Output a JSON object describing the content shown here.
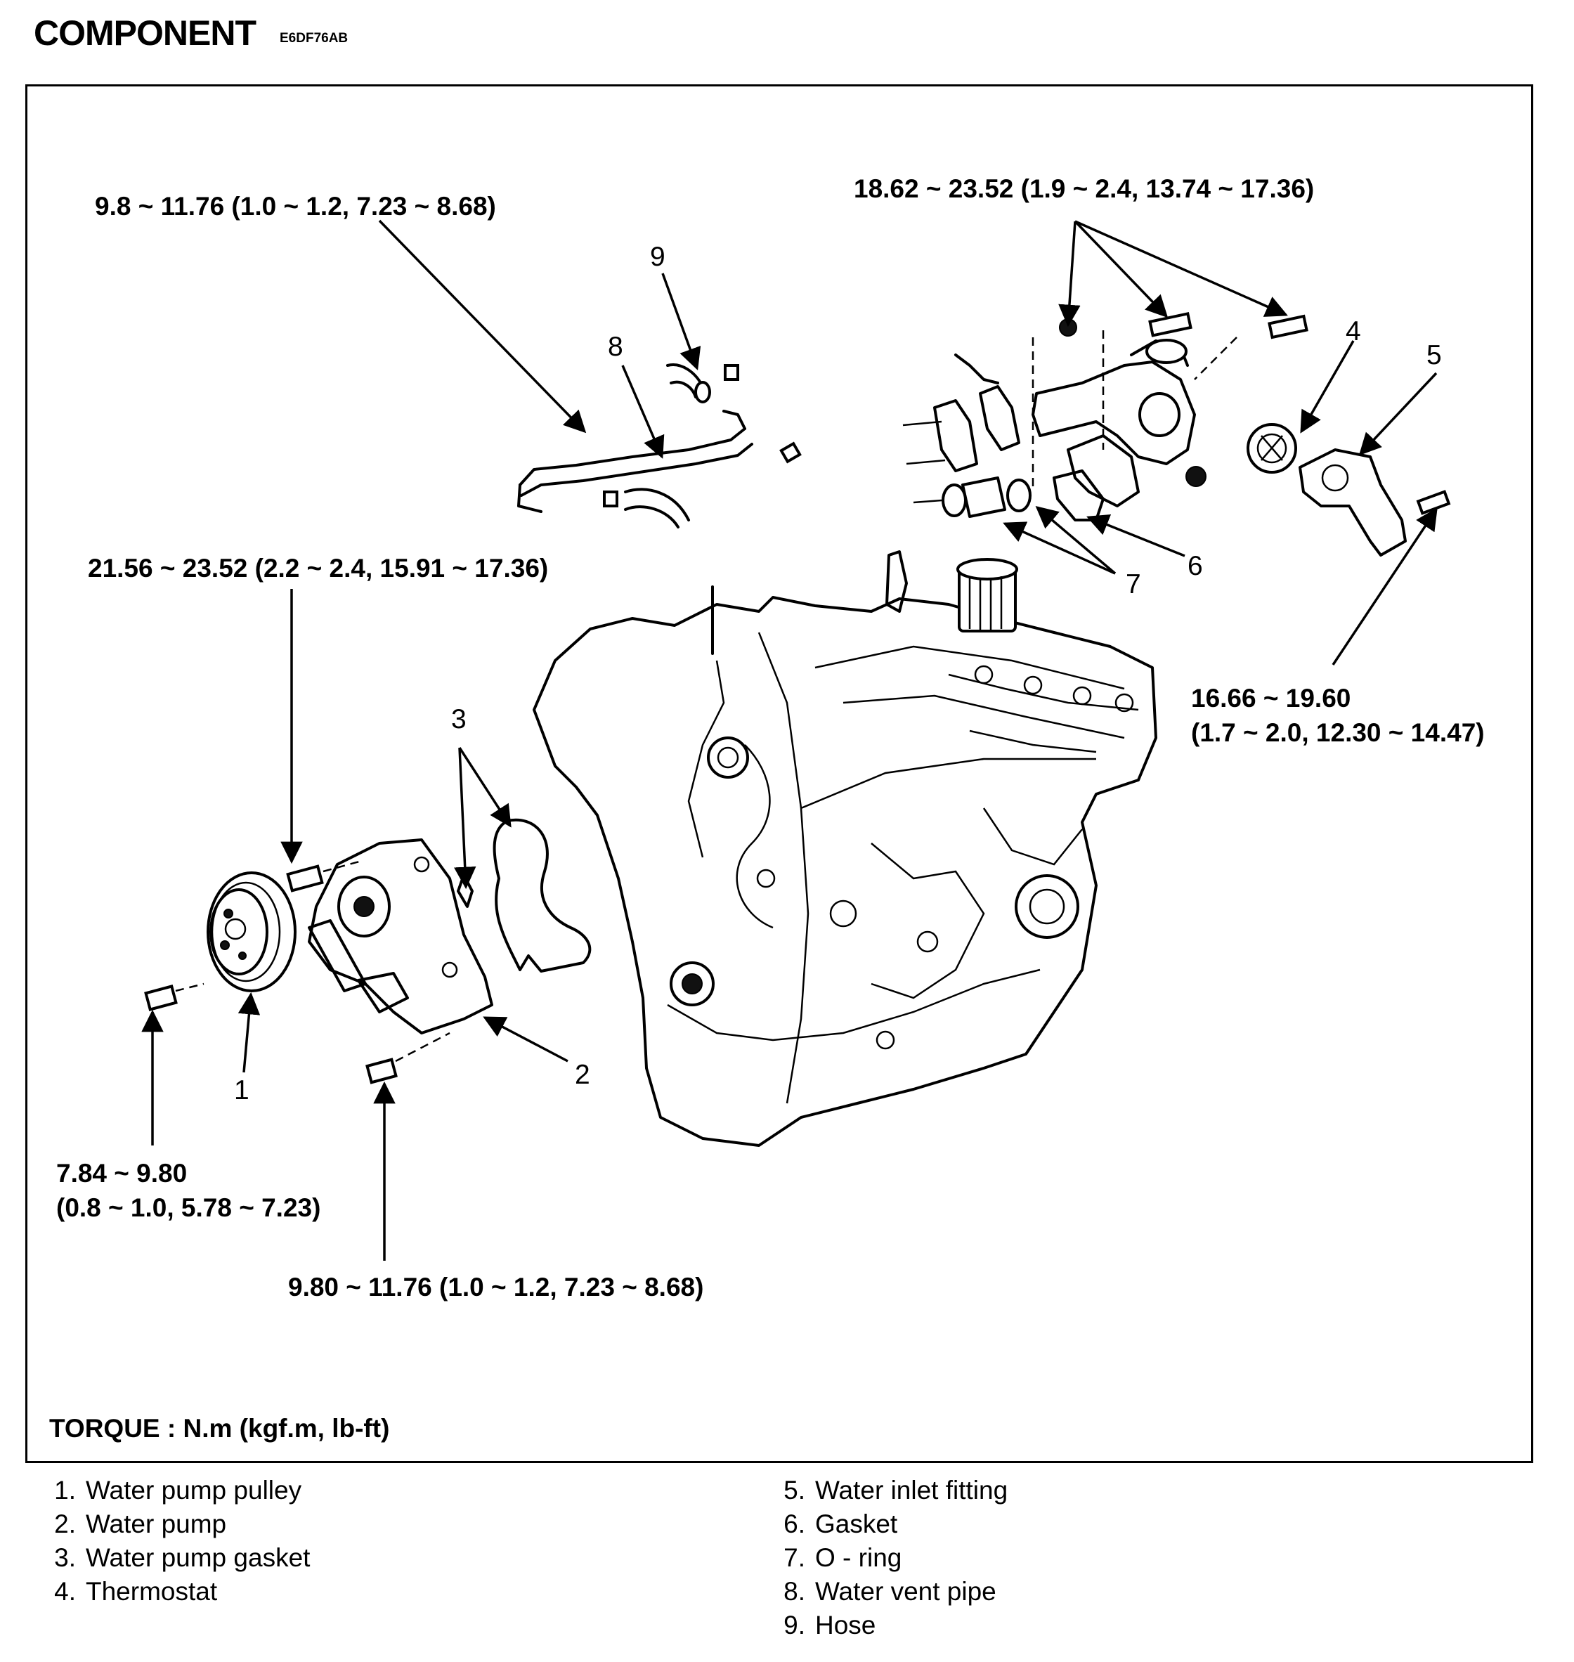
{
  "header": {
    "title": "COMPONENT",
    "code": "E6DF76AB"
  },
  "specs": {
    "vent_pipe_bolt": "9.8 ~ 11.76 (1.0 ~ 1.2, 7.23 ~ 8.68)",
    "inlet_fitting_bolts": "18.62 ~ 23.52 (1.9 ~ 2.4, 13.74 ~ 17.36)",
    "pump_bolt": "21.56 ~ 23.52 (2.2 ~ 2.4, 15.91 ~ 17.36)",
    "inlet_bolt_line1": "16.66 ~ 19.60",
    "inlet_bolt_line2": "(1.7 ~ 2.0, 12.30 ~ 14.47)",
    "pulley_bolt_line1": "7.84 ~ 9.80",
    "pulley_bolt_line2": "(0.8 ~ 1.0, 5.78 ~ 7.23)",
    "pump_lower_bolt": "9.80 ~ 11.76 (1.0 ~ 1.2, 7.23 ~ 8.68)"
  },
  "callouts": {
    "c1": "1",
    "c2": "2",
    "c3": "3",
    "c4": "4",
    "c5": "5",
    "c6": "6",
    "c7": "7",
    "c8": "8",
    "c9": "9"
  },
  "torque_unit": "TORQUE : N.m (kgf.m, lb-ft)",
  "legend": {
    "left": [
      {
        "n": "1.",
        "label": "Water pump pulley"
      },
      {
        "n": "2.",
        "label": "Water pump"
      },
      {
        "n": "3.",
        "label": "Water pump gasket"
      },
      {
        "n": "4.",
        "label": "Thermostat"
      }
    ],
    "right": [
      {
        "n": "5.",
        "label": "Water inlet fitting"
      },
      {
        "n": "6.",
        "label": "Gasket"
      },
      {
        "n": "7.",
        "label": "O - ring"
      },
      {
        "n": "8.",
        "label": "Water vent pipe"
      },
      {
        "n": "9.",
        "label": "Hose"
      }
    ]
  }
}
